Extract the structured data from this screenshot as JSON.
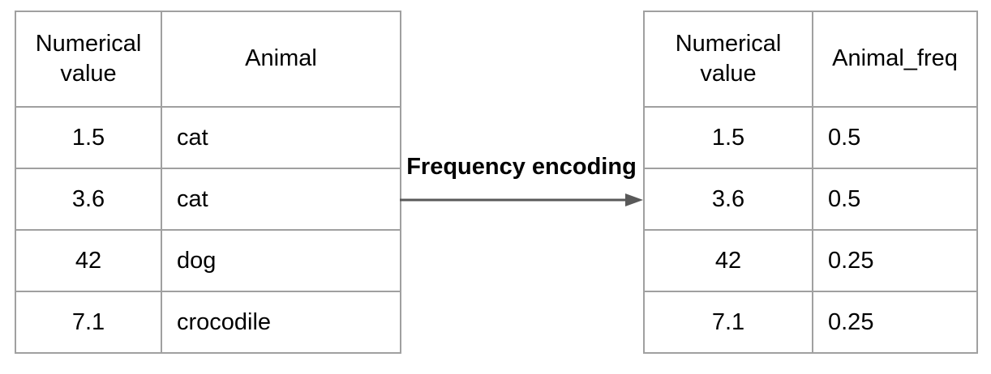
{
  "transform": {
    "label": "Frequency encoding",
    "arrow_direction": "right"
  },
  "left_table": {
    "headers": [
      "Numerical value",
      "Animal"
    ],
    "rows": [
      [
        "1.5",
        "cat"
      ],
      [
        "3.6",
        "cat"
      ],
      [
        "42",
        "dog"
      ],
      [
        "7.1",
        "crocodile"
      ]
    ]
  },
  "right_table": {
    "headers": [
      "Numerical value",
      "Animal_freq"
    ],
    "rows": [
      [
        "1.5",
        "0.5"
      ],
      [
        "3.6",
        "0.5"
      ],
      [
        "42",
        "0.25"
      ],
      [
        "7.1",
        "0.25"
      ]
    ]
  },
  "colors": {
    "background": "#ffffff",
    "border": "#a0a0a0",
    "arrow": "#595959",
    "text": "#000000"
  }
}
